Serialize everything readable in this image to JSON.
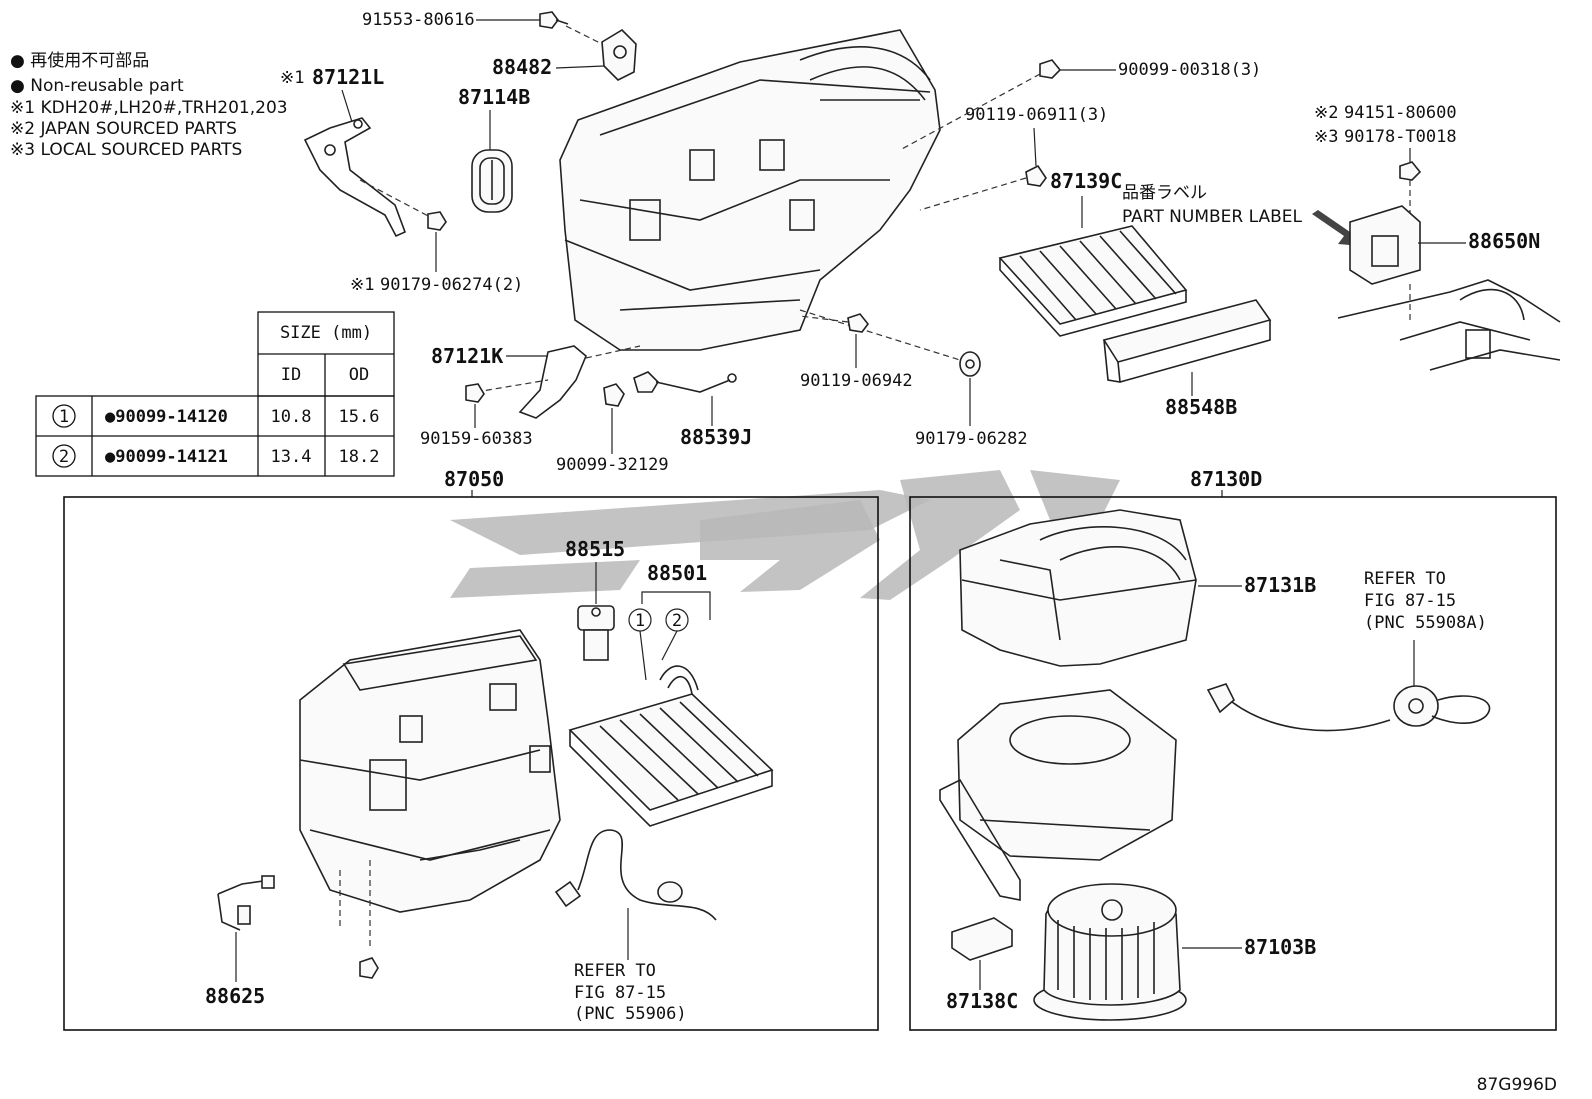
{
  "legend": {
    "line1": "● 再使用不可部品",
    "line2": "● Non-reusable part",
    "line3": "※1 KDH20#,LH20#,TRH201,203",
    "line4": "※2 JAPAN SOURCED PARTS",
    "line5": "※3 LOCAL SOURCED PARTS"
  },
  "size_table": {
    "size_header": "SIZE (mm)",
    "col_id": "ID",
    "col_od": "OD",
    "rows": [
      {
        "num": "1",
        "part": "●90099-14120",
        "id": "10.8",
        "od": "15.6"
      },
      {
        "num": "2",
        "part": "●90099-14121",
        "id": "13.4",
        "od": "18.2"
      }
    ]
  },
  "labels": {
    "p91553": "91553-80616",
    "p88482": "88482",
    "p87121L_note": "※1",
    "p87121L": "87121L",
    "p87114B": "87114B",
    "p90099_00318": "90099-00318(3)",
    "p90119_06911": "90119-06911(3)",
    "p87139C": "87139C",
    "label_jp": "品番ラベル",
    "label_en": "PART NUMBER LABEL",
    "p94151_note": "※2",
    "p94151": "94151-80600",
    "p90178_note": "※3",
    "p90178": "90178-T0018",
    "p88650N": "88650N",
    "p90179_06274_note": "※1",
    "p90179_06274": "90179-06274(2)",
    "p87121K": "87121K",
    "p90119_06942": "90119-06942",
    "p90159": "90159-60383",
    "p88539J": "88539J",
    "p90099_32129": "90099-32129",
    "p90179_06282": "90179-06282",
    "p88548B": "88548B",
    "p87050": "87050",
    "p87130D": "87130D",
    "p88515": "88515",
    "p88501": "88501",
    "circle1": "1",
    "circle2": "2",
    "p87131B": "87131B",
    "refer_a1": "REFER TO",
    "refer_a2": "FIG 87-15",
    "refer_a3": "(PNC 55908A)",
    "refer_b1": "REFER TO",
    "refer_b2": "FIG 87-15",
    "refer_b3": "(PNC 55906)",
    "p88625": "88625",
    "p87138C": "87138C",
    "p87103B": "87103B",
    "fig_code": "87G996D"
  }
}
